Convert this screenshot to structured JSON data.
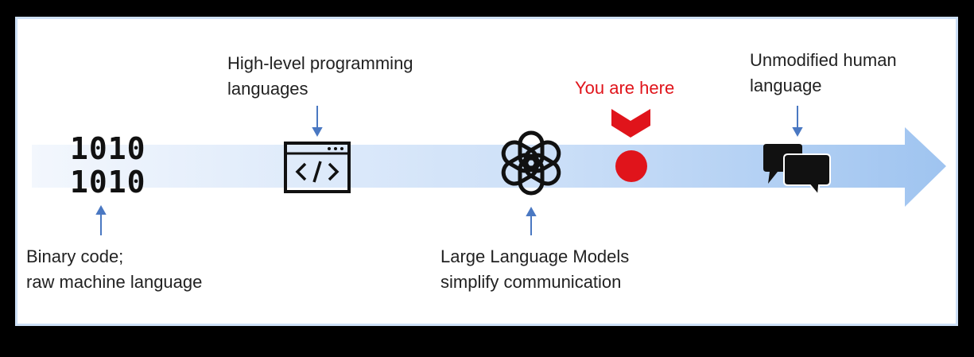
{
  "diagram": {
    "binary": {
      "icon_text_line1": "1010",
      "icon_text_line2": "1010",
      "label_line1": "Binary code;",
      "label_line2": "raw machine language"
    },
    "high_level": {
      "icon_text": "</>",
      "label_line1": "High-level programming",
      "label_line2": "languages"
    },
    "llm": {
      "label_line1": "Large Language Models",
      "label_line2": "simplify communication"
    },
    "you_are_here": {
      "label": "You are here"
    },
    "human": {
      "label_line1": "Unmodified human",
      "label_line2": "language"
    }
  },
  "colors": {
    "arrow_start": "#f3f7fd",
    "arrow_end": "#9fc4f0",
    "pointer_arrow": "#4a78c2",
    "marker": "#e0141b",
    "icon": "#111111"
  }
}
